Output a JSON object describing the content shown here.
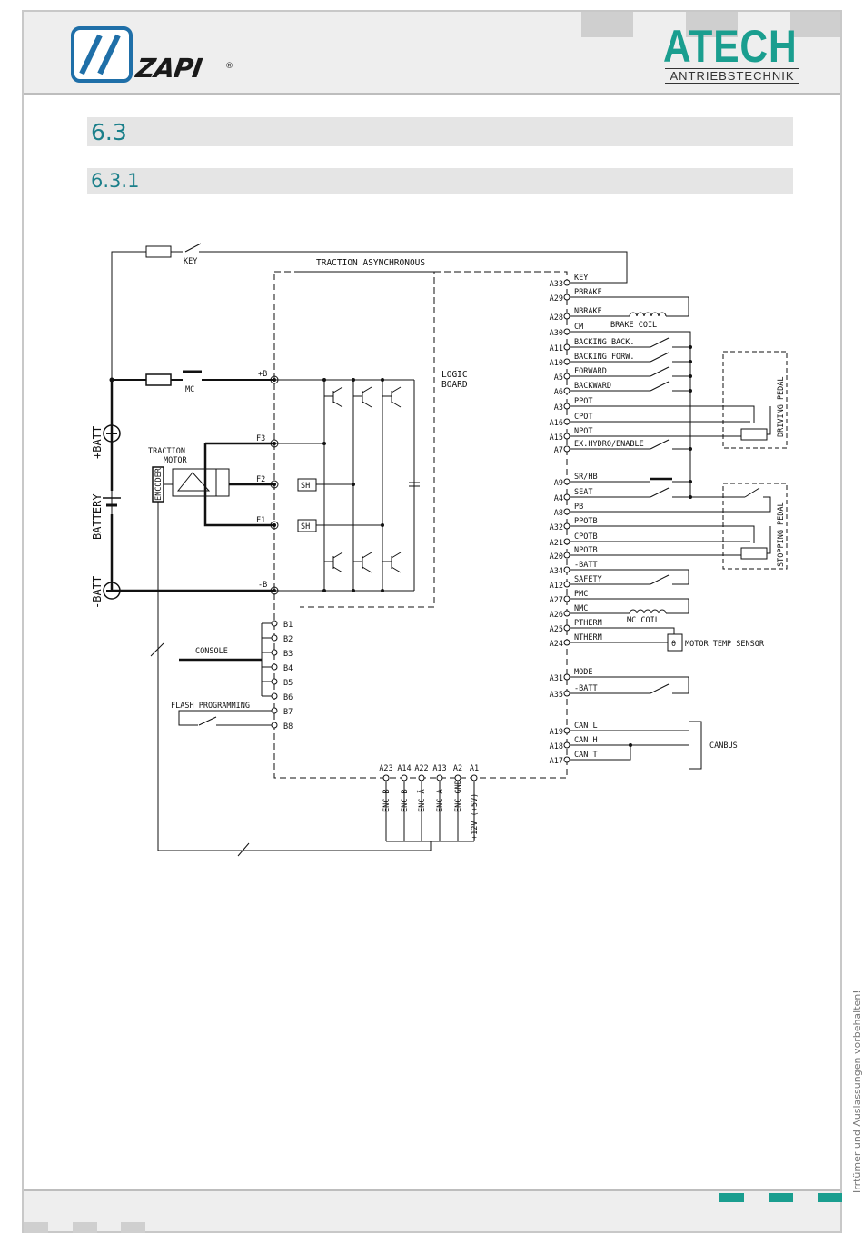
{
  "header": {
    "left_logo": "ZAPI",
    "registered": "®",
    "right_logo": "ATECH",
    "right_logo_sub": "ANTRIEBSTECHNIK"
  },
  "sections": {
    "h1": "6.3",
    "h2": "6.3.1"
  },
  "side_note": "Irrtümer und Auslassungen vorbehalten!",
  "diagram": {
    "title": "TRACTION ASYNCHRONOUS",
    "logic_board": [
      "LOGIC",
      "BOARD"
    ],
    "key": "KEY",
    "mc": "MC",
    "battery": [
      "+BATT",
      "BATTERY",
      "-BATT"
    ],
    "traction_motor": [
      "TRACTION",
      "MOTOR"
    ],
    "encoder": "ENCODER",
    "sh": "SH",
    "power_pins": [
      "+B",
      "F3",
      "F2",
      "F1",
      "-B"
    ],
    "right_pins": [
      {
        "pin": "A33",
        "signal": "KEY"
      },
      {
        "pin": "A29",
        "signal": "PBRAKE"
      },
      {
        "pin": "A28",
        "signal": "NBRAKE"
      },
      {
        "pin": "A30",
        "signal": "CM"
      },
      {
        "pin": "A11",
        "signal": "BACKING BACK."
      },
      {
        "pin": "A10",
        "signal": "BACKING FORW."
      },
      {
        "pin": "A5",
        "signal": "FORWARD"
      },
      {
        "pin": "A6",
        "signal": "BACKWARD"
      },
      {
        "pin": "A3",
        "signal": "PPOT"
      },
      {
        "pin": "A16",
        "signal": "CPOT"
      },
      {
        "pin": "A15",
        "signal": "NPOT"
      },
      {
        "pin": "A7",
        "signal": "EX.HYDRO/ENABLE"
      },
      {
        "pin": "A9",
        "signal": "SR/HB"
      },
      {
        "pin": "A4",
        "signal": "SEAT"
      },
      {
        "pin": "A8",
        "signal": "PB"
      },
      {
        "pin": "A32",
        "signal": "PPOTB"
      },
      {
        "pin": "A21",
        "signal": "CPOTB"
      },
      {
        "pin": "A20",
        "signal": "NPOTB"
      },
      {
        "pin": "A34",
        "signal": "-BATT"
      },
      {
        "pin": "A12",
        "signal": "SAFETY"
      },
      {
        "pin": "A27",
        "signal": "PMC"
      },
      {
        "pin": "A26",
        "signal": "NMC"
      },
      {
        "pin": "A25",
        "signal": "PTHERM"
      },
      {
        "pin": "A24",
        "signal": "NTHERM"
      },
      {
        "pin": "A31",
        "signal": "MODE"
      },
      {
        "pin": "A35",
        "signal": "-BATT"
      },
      {
        "pin": "A19",
        "signal": "CAN L"
      },
      {
        "pin": "A18",
        "signal": "CAN H"
      },
      {
        "pin": "A17",
        "signal": "CAN T"
      }
    ],
    "brake_coil": "BRAKE COIL",
    "mc_coil": "MC COIL",
    "motor_temp_sensor": "MOTOR TEMP SENSOR",
    "theta": "θ",
    "driving_pedal": "DRIVING PEDAL",
    "stopping_pedal": "STOPPING PEDAL",
    "canbus": "CANBUS",
    "b_pins": [
      "B1",
      "B2",
      "B3",
      "B4",
      "B5",
      "B6",
      "B7",
      "B8"
    ],
    "console": "CONSOLE",
    "flash_programming": "FLASH PROGRAMMING",
    "bottom_pins": [
      {
        "pin": "A23",
        "signal": "ENC B̄"
      },
      {
        "pin": "A14",
        "signal": "ENC B"
      },
      {
        "pin": "A22",
        "signal": "ENC Ā"
      },
      {
        "pin": "A13",
        "signal": "ENC A"
      },
      {
        "pin": "A2",
        "signal": "ENC GND"
      },
      {
        "pin": "A1",
        "signal": "+12V (+5V)"
      }
    ]
  }
}
